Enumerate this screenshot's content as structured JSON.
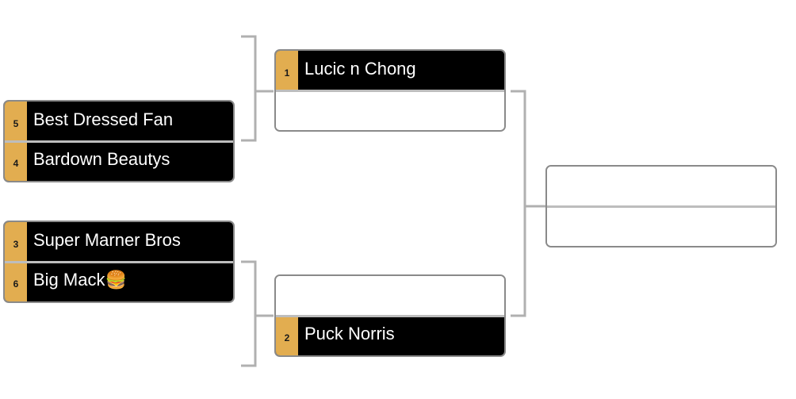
{
  "colors": {
    "slot_background": "#000000",
    "seed_background": "#e2ad50",
    "team_text": "#ffffff",
    "box_border": "#8a8a8a",
    "connector": "#b0b0b0"
  },
  "round1": [
    {
      "top": {
        "seed": "5",
        "name": "Best Dressed Fan"
      },
      "bottom": {
        "seed": "4",
        "name": "Bardown Beautys"
      }
    },
    {
      "top": {
        "seed": "3",
        "name": "Super Marner Bros"
      },
      "bottom": {
        "seed": "6",
        "name": "Big Mack🍔"
      }
    }
  ],
  "round2": [
    {
      "top": {
        "seed": "1",
        "name": "Lucic n Chong"
      },
      "bottom": null
    },
    {
      "top": null,
      "bottom": {
        "seed": "2",
        "name": "Puck Norris"
      }
    }
  ],
  "final": {
    "top": null,
    "bottom": null
  }
}
